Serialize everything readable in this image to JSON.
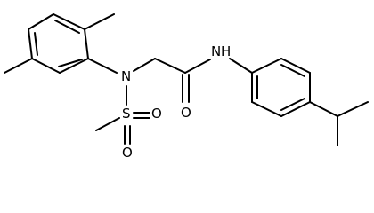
{
  "molecule": {
    "atom_labels": {
      "n_sulfonamide": "N",
      "s_atom": "S",
      "o_sulfonyl_1": "O",
      "o_sulfonyl_2": "O",
      "o_carbonyl": "O",
      "n_amide": "N",
      "h_amide": "H"
    },
    "colors": {
      "bond": "#000000",
      "text": "#000000",
      "background": "#ffffff"
    }
  }
}
